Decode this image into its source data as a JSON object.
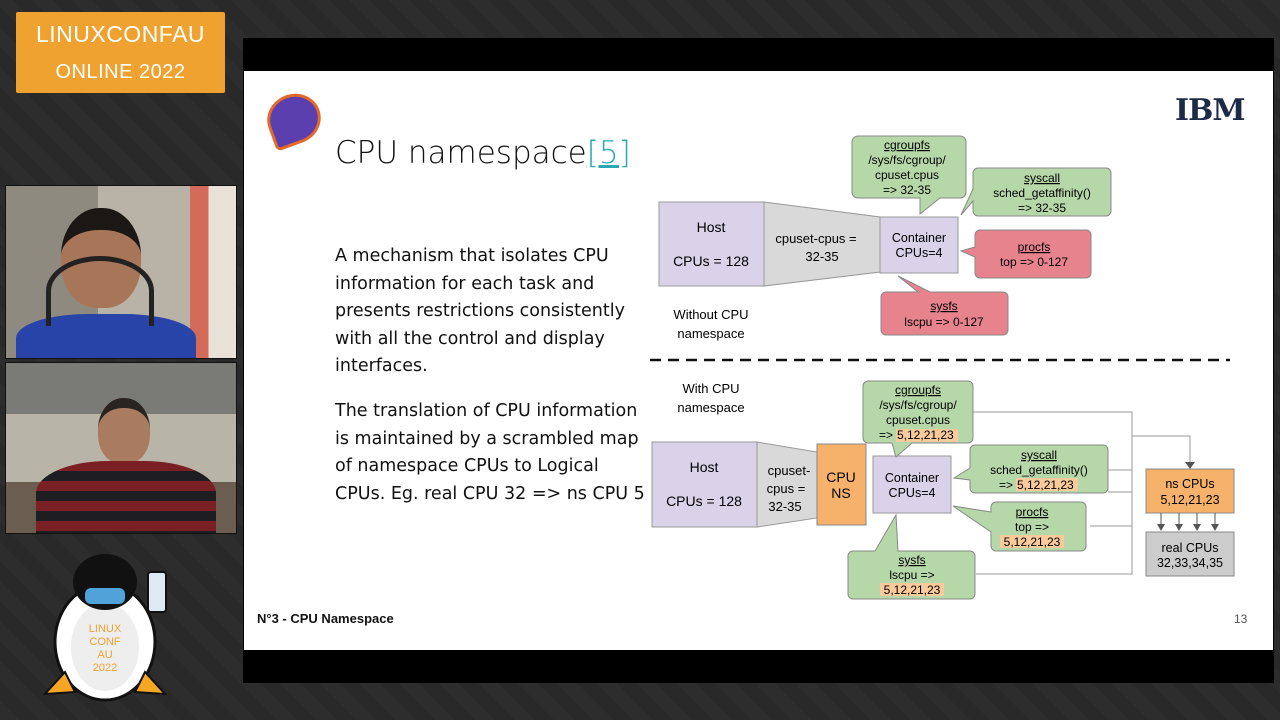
{
  "overlay": {
    "logo_line1": "LINUXCONFAU",
    "logo_line2": "ONLINE 2022",
    "mascot_text": [
      "LINUX",
      "CONF",
      "AU",
      "2022"
    ]
  },
  "slide": {
    "title": "CPU namespace",
    "title_ref": "[5]",
    "brand": "IBM",
    "para1": "A mechanism that isolates CPU information for each task and presents restrictions consistently with all the control and display interfaces.",
    "para2": "The translation of CPU information is maintained by a scrambled map of namespace CPUs to Logical CPUs. Eg. real CPU 32 => ns CPU 5",
    "footer": "N°3 - CPU Namespace",
    "page_number": "13"
  },
  "diagram_top": {
    "host_label": "Host",
    "host_cpus": "CPUs = 128",
    "cpuset_line1": "cpuset-cpus =",
    "cpuset_line2": "32-35",
    "container_line1": "Container",
    "container_line2": "CPUs=4",
    "caption_line1": "Without CPU",
    "caption_line2": "namespace",
    "cgroupfs": {
      "title": "cgroupfs",
      "lines": [
        "/sys/fs/cgroup/",
        "cpuset.cpus",
        "=> 32-35"
      ]
    },
    "syscall": {
      "title": "syscall",
      "lines": [
        "sched_getaffinity()",
        "=> 32-35"
      ]
    },
    "procfs": {
      "title": "procfs",
      "lines": [
        "top => 0-127"
      ]
    },
    "sysfs": {
      "title": "sysfs",
      "lines": [
        "lscpu => 0-127"
      ]
    }
  },
  "diagram_bottom": {
    "caption_line1": "With CPU",
    "caption_line2": "namespace",
    "host_label": "Host",
    "host_cpus": "CPUs = 128",
    "cpuset_line1": "cpuset-",
    "cpuset_line2": "cpus =",
    "cpuset_line3": "32-35",
    "cpuns_line1": "CPU",
    "cpuns_line2": "NS",
    "container_line1": "Container",
    "container_line2": "CPUs=4",
    "cgroupfs": {
      "title": "cgroupfs",
      "lines": [
        "/sys/fs/cgroup/",
        "cpuset.cpus"
      ],
      "last_prefix": "=> ",
      "last_value": "5,12,21,23"
    },
    "syscall": {
      "title": "syscall",
      "lines": [
        "sched_getaffinity()"
      ],
      "last_prefix": "=> ",
      "last_value": "5,12,21,23"
    },
    "procfs": {
      "title": "procfs",
      "lines": [
        "top =>"
      ],
      "last_prefix": "",
      "last_value": "5,12,21,23"
    },
    "sysfs": {
      "title": "sysfs",
      "lines": [
        "lscpu =>"
      ],
      "last_prefix": "",
      "last_value": "5,12,21,23"
    },
    "ns_cpus_line1": "ns CPUs",
    "ns_cpus_line2": "5,12,21,23",
    "real_cpus_line1": "real CPUs",
    "real_cpus_line2": "32,33,34,35"
  },
  "colors": {
    "host_fill": "#d9d2e9",
    "cpuset_fill": "#d9d9d9",
    "green_fill": "#b6d7a8",
    "red_fill": "#e6838d",
    "orange_fill": "#f6b26b",
    "gray_fill": "#cccccc",
    "highlight": "#f9cb9c",
    "logo_orange": "#f0a230",
    "link_teal": "#2aa7b3"
  }
}
